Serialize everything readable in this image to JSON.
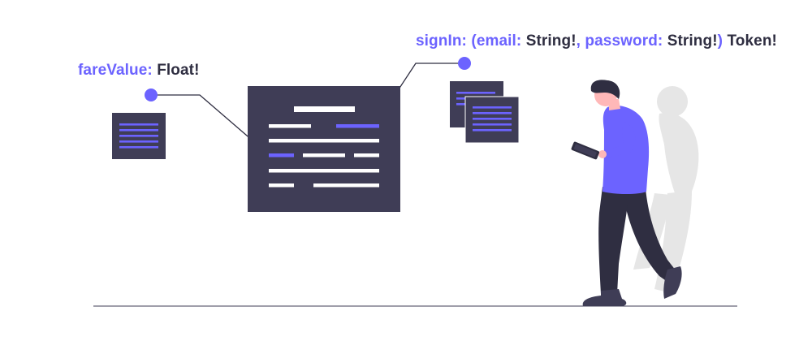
{
  "labels": {
    "fare_value": {
      "key": "fareValue:",
      "type": "Float!"
    },
    "sign_in": {
      "name": "signIn:",
      "open_paren": "(",
      "email_key": "email:",
      "email_type": "String!",
      "comma": ",",
      "password_key": "password:",
      "password_type": "String!",
      "close_paren": ")",
      "return_type": "Token!"
    }
  },
  "colors": {
    "accent": "#6c63ff",
    "dark": "#3f3d56",
    "text_dark": "#2f2e41",
    "shadow": "#e6e6e6",
    "skin": "#ffb8b8",
    "line": "#2f2e41"
  }
}
